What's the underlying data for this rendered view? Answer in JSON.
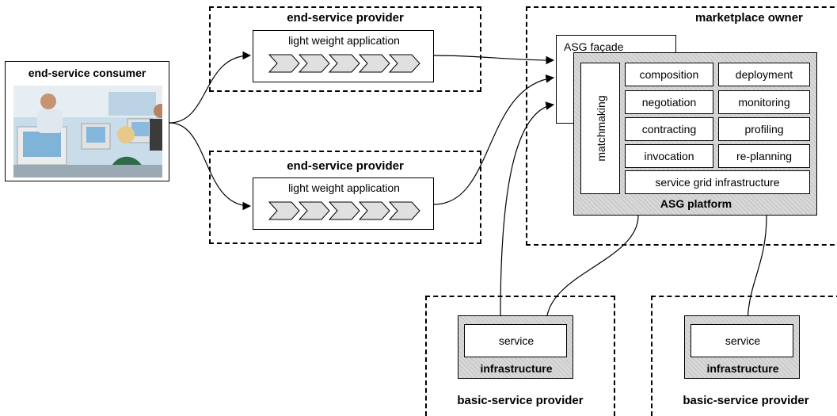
{
  "consumer": {
    "title": "end-service consumer"
  },
  "provider_top": {
    "title": "end-service provider",
    "app_label": "light weight application"
  },
  "provider_bottom": {
    "title": "end-service provider",
    "app_label": "light weight application"
  },
  "marketplace": {
    "title": "marketplace owner",
    "facade_label": "ASG façade",
    "platform_label": "ASG platform",
    "matchmaking_label": "matchmaking",
    "grid_label": "service grid infrastructure",
    "functions": [
      "composition",
      "deployment",
      "negotiation",
      "monitoring",
      "contracting",
      "profiling",
      "invocation",
      "re-planning"
    ]
  },
  "basic_left": {
    "title": "basic-service provider",
    "service_label": "service",
    "infra_label": "infrastructure"
  },
  "basic_right": {
    "title": "basic-service provider",
    "service_label": "service",
    "infra_label": "infrastructure"
  }
}
